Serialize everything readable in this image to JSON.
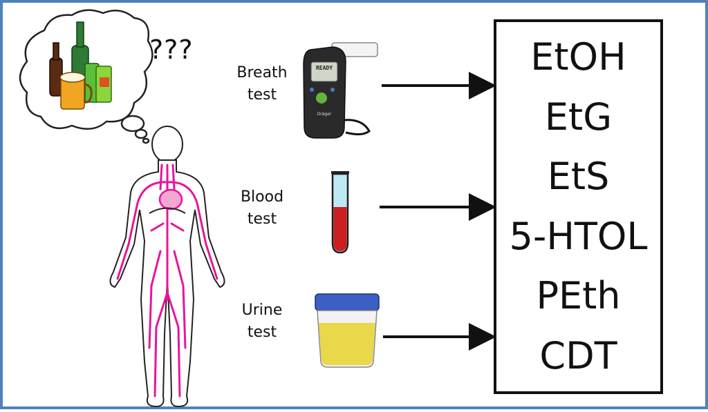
{
  "thought": {
    "text": "???"
  },
  "tests": [
    {
      "label_line1": "Breath",
      "label_line2": "test"
    },
    {
      "label_line1": "Blood",
      "label_line2": "test"
    },
    {
      "label_line1": "Urine",
      "label_line2": "test"
    }
  ],
  "breathalyzer": {
    "screen_text": "READY",
    "brand_text": "Dräger"
  },
  "markers": [
    "EtOH",
    "EtG",
    "EtS",
    "5-HTOL",
    "PEth",
    "CDT"
  ],
  "colors": {
    "frame": "#4f81bd",
    "vessels": "#e8149a",
    "blood": "#cc1f1f",
    "urine": "#e8d84a",
    "cap": "#3b5fc4"
  }
}
